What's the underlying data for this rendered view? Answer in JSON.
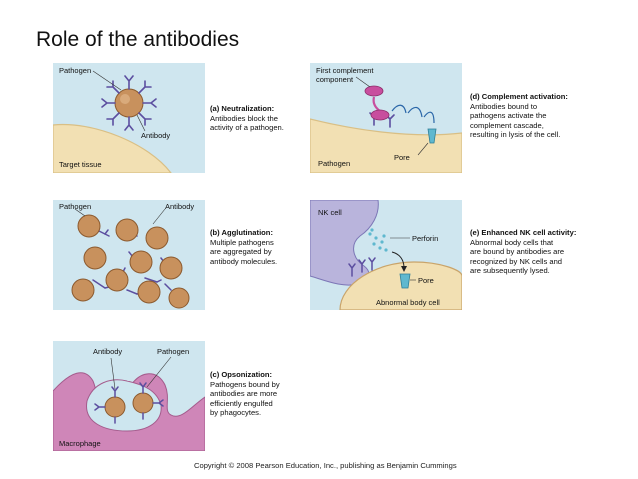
{
  "slide": {
    "title": "Role of the antibodies"
  },
  "panels": {
    "a": {
      "labels": {
        "pathogen": "Pathogen",
        "antibody": "Antibody",
        "tissue": "Target tissue"
      },
      "heading": "(a) Neutralization:",
      "text": "Antibodies block the\nactivity of a pathogen."
    },
    "b": {
      "labels": {
        "pathogen": "Pathogen",
        "antibody": "Antibody"
      },
      "heading": "(b) Agglutination:",
      "text": "Multiple pathogens\nare aggregated by\nantibody molecules."
    },
    "c": {
      "labels": {
        "antibody": "Antibody",
        "pathogen": "Pathogen",
        "macrophage": "Macrophage"
      },
      "heading": "(c) Opsonization:",
      "text": "Pathogens bound by\nantibodies are more\nefficiently engulfed\nby phagocytes."
    },
    "d": {
      "labels": {
        "complement": "First complement\ncomponent",
        "pore": "Pore",
        "pathogen": "Pathogen"
      },
      "heading": "(d) Complement activation:",
      "text": "Antibodies bound to\npathogens activate the\ncomplement cascade,\nresulting in lysis of the cell."
    },
    "e": {
      "labels": {
        "nk": "NK cell",
        "perforin": "Perforin",
        "pore": "Pore",
        "abnormal": "Abnormal body cell"
      },
      "heading": "(e) Enhanced NK cell activity:",
      "text": "Abnormal body cells that\nare bound by antibodies are\nrecognized by NK cells and\nare subsequently lysed."
    }
  },
  "footer": {
    "copyright": "Copyright © 2008 Pearson Education, Inc., publishing as Benjamin Cummings"
  },
  "colors": {
    "panel_bg": "#cfe6ef",
    "tissue": "#f2e0b3",
    "pathogen": "#c8915d",
    "antibody": "#5c4fa0",
    "macrophage": "#cf86b8",
    "nk_cell": "#b9b4dc",
    "complement": "#c84e9e",
    "pore": "#5fb8cf"
  }
}
